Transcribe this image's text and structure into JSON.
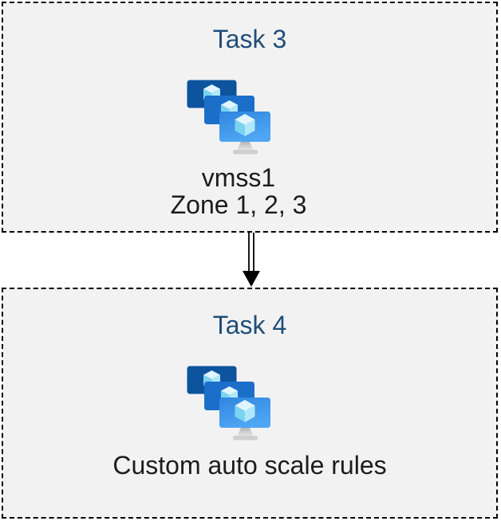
{
  "diagram": {
    "background": "#ffffff",
    "panel_background": "#f2f2f2",
    "border_color": "#000000",
    "title_color": "#1f4e79",
    "text_color": "#1c1c1c",
    "tasks": [
      {
        "title": "Task 3",
        "icon": "virtual-machine-scale-set",
        "lines": {
          "0": "vmss1",
          "1": "Zone 1, 2, 3"
        }
      },
      {
        "title": "Task 4",
        "icon": "virtual-machine-scale-set",
        "lines": {
          "0": "Custom auto scale rules"
        }
      }
    ],
    "connector": {
      "type": "double-line-arrow",
      "direction": "down",
      "color": "#000000"
    },
    "icon_colors": {
      "monitor_back": "#0d539e",
      "monitor_middle": "#1b6fc9",
      "monitor_front_start": "#2f86e0",
      "monitor_front_end": "#4fa6f3",
      "cube_top": "#e0f5fd",
      "cube_left": "#7ad3f1",
      "cube_right": "#aee8fa",
      "stand_start": "#b5b5b5",
      "stand_end": "#e9e9e9"
    }
  }
}
